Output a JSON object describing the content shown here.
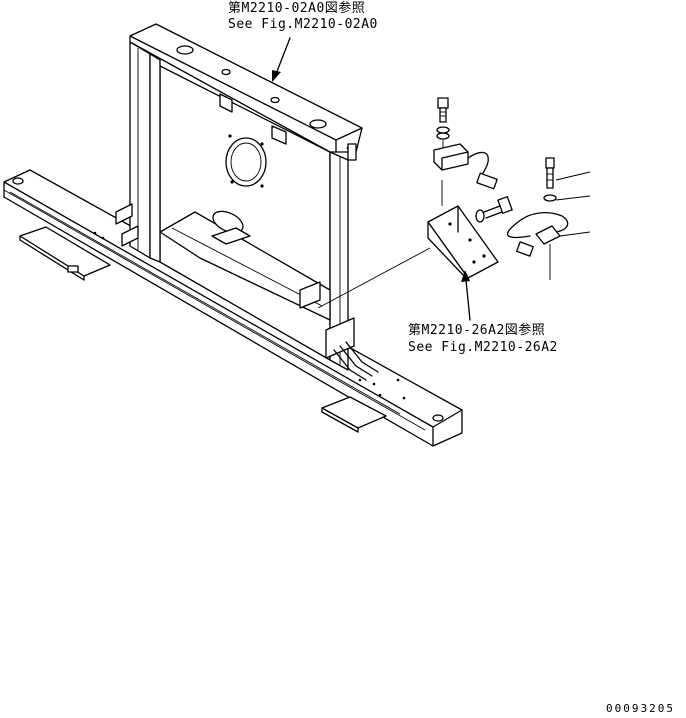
{
  "callouts": {
    "upper": {
      "jp": "第M2210-02A0図参照",
      "en": "See Fig.M2210-02A0"
    },
    "lower": {
      "jp": "第M2210-26A2図参照",
      "en": "See Fig.M2210-26A2"
    }
  },
  "drawing_number": "00093205",
  "colors": {
    "ink": "#000000",
    "paper": "#ffffff"
  }
}
